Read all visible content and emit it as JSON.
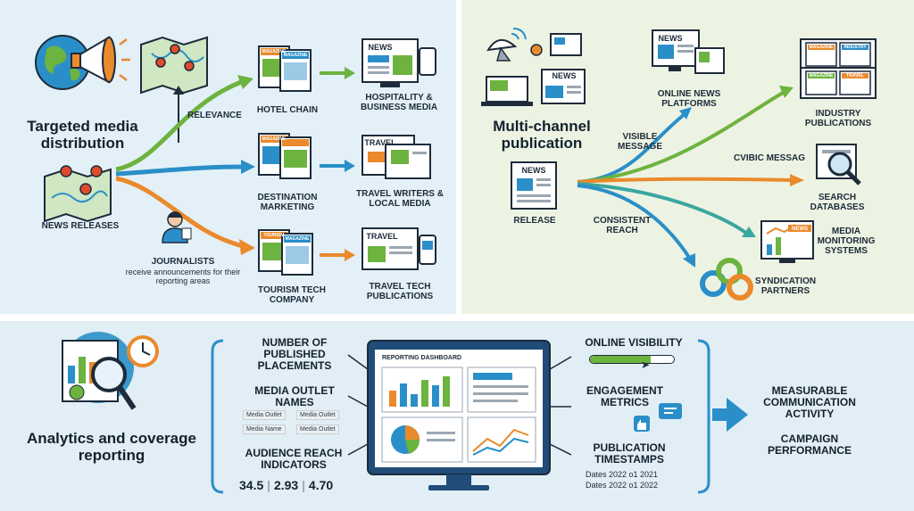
{
  "left_panel": {
    "title": "Targeted media distribution",
    "source_label": "NEWS RELEASES",
    "relevance_label": "RELEVANCE",
    "journalists_title": "JOURNALISTS",
    "journalists_desc": "receive announcements for their reporting areas",
    "branches": [
      {
        "source": "HOTEL CHAIN",
        "target": "HOSPITALITY & BUSINESS MEDIA",
        "source_badge": "MAGAZINE",
        "source_badge2": "MAGAZINE",
        "target_badge": "NEWS",
        "color": "#6db33f"
      },
      {
        "source": "DESTINATION MARKETING",
        "target": "TRAVEL WRITERS & LOCAL MEDIA",
        "source_badge": "MAGAZINE",
        "source_badge2": "",
        "target_badge": "TRAVEL",
        "color": "#2a8fc8"
      },
      {
        "source": "TOURISM TECH COMPANY",
        "target": "TRAVEL TECH PUBLICATIONS",
        "source_badge": "TOURISM",
        "source_badge2": "MAGAZINE",
        "target_badge": "TRAVEL",
        "color": "#ea8a2c"
      }
    ]
  },
  "right_panel": {
    "title": "Multi-channel publication",
    "source_badge": "NEWS",
    "top_badge": "NEWS",
    "release_label": "RELEASE",
    "annotations": [
      "VISIBLE MESSAGE",
      "CVIBIC MESSAG",
      "CONSISTENT REACH"
    ],
    "channels": [
      {
        "label": "ONLINE NEWS PLATFORMS",
        "badge": "NEWS"
      },
      {
        "label": "INDUSTRY PUBLICATIONS",
        "badge": "MAGAZINE",
        "badge2": "INDUSTRY",
        "badge3": "MAGAZINE",
        "badge4": "TRAVEL"
      },
      {
        "label": "SEARCH DATABASES"
      },
      {
        "label": "MEDIA MONITORING SYSTEMS",
        "badge": "NEWS"
      },
      {
        "label": "SYNDICATION PARTNERS"
      }
    ]
  },
  "bottom_panel": {
    "title": "Analytics and coverage reporting",
    "left_metrics": {
      "placements": "NUMBER OF PUBLISHED PLACEMENTS",
      "outlets": "MEDIA OUTLET NAMES",
      "outlet_tags": [
        "Media Outlet",
        "Media Outlet",
        "Media Name",
        "Media Outlet"
      ],
      "reach": "AUDIENCE REACH INDICATORS",
      "reach_values": [
        "34.5",
        "2.93",
        "4.70"
      ]
    },
    "dashboard_title": "REPORTING DASHBOARD",
    "right_metrics": {
      "visibility": "ONLINE VISIBILITY",
      "visibility_progress": 0.72,
      "engagement": "ENGAGEMENT METRICS",
      "timestamps": "PUBLICATION TIMESTAMPS",
      "timestamp_lines": [
        "Dates 2022 o1 2021",
        "Dates 2022 o1 2022"
      ]
    },
    "outcomes": [
      "MEASURABLE COMMUNICATION ACTIVITY",
      "CAMPAIGN PERFORMANCE"
    ]
  },
  "colors": {
    "green": "#6db33f",
    "blue": "#2a8fc8",
    "orange": "#ea8a2c",
    "teal": "#3aa7a0",
    "navy": "#1f4c78"
  }
}
